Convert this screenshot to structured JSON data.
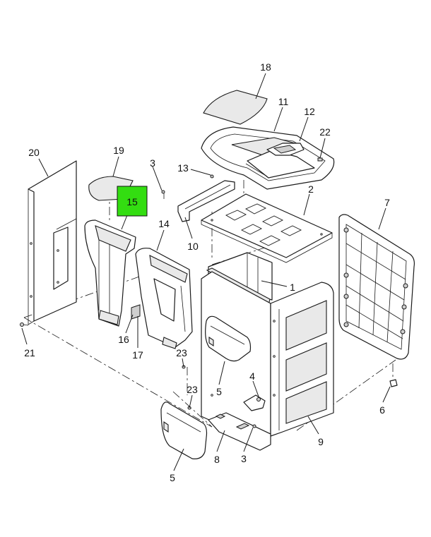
{
  "diagram": {
    "highlight_color": "#33dd11",
    "highlighted_callout": "15",
    "callouts": [
      "18",
      "11",
      "12",
      "22",
      "19",
      "20",
      "3",
      "13",
      "2",
      "7",
      "15",
      "14",
      "10",
      "1",
      "16",
      "17",
      "21",
      "23",
      "23",
      "5",
      "4",
      "6",
      "5",
      "8",
      "3",
      "9"
    ]
  }
}
